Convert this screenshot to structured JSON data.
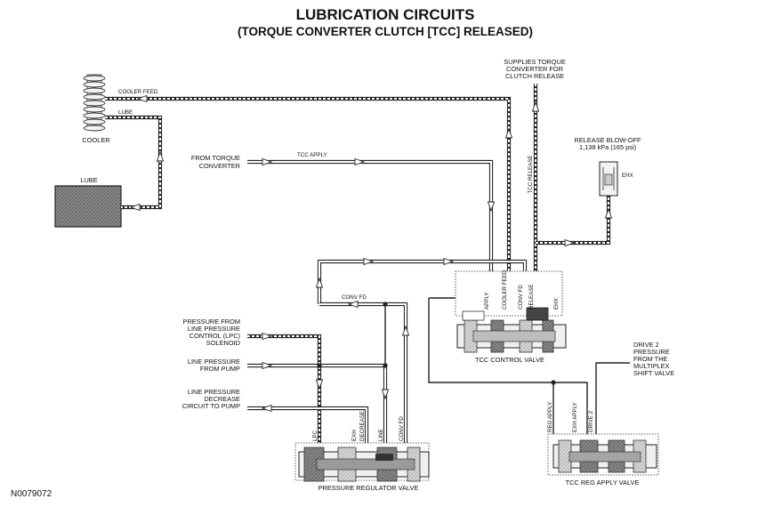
{
  "title": "LUBRICATION CIRCUITS",
  "subtitle": "(TORQUE CONVERTER CLUTCH [TCC] RELEASED)",
  "figure_id": "N0079072",
  "labels": {
    "cooler_feed": "COOLER FEED",
    "lube_line": "LUBE",
    "cooler": "COOLER",
    "lube_box": "LUBE",
    "from_tc_1": "FROM TORQUE",
    "from_tc_2": "CONVERTER",
    "tcc_apply": "TCC APPLY",
    "supplies_1": "SUPPLIES TORQUE",
    "supplies_2": "CONVERTER FOR",
    "supplies_3": "CLUTCH RELEASE",
    "tcc_release": "TCC RELEASE",
    "blowoff_1": "RELEASE BLOW-OFF",
    "blowoff_2": "1,138 kPa (165 psi)",
    "exh": "EHX",
    "conv_fd": "CONV FD",
    "lpc_1": "PRESSURE FROM",
    "lpc_2": "LINE PRESSURE",
    "lpc_3": "CONTROL (LPC)",
    "lpc_4": "SOLENOID",
    "pump_1": "LINE PRESSURE",
    "pump_2": "FROM PUMP",
    "dec_1": "LINE PRESSURE",
    "dec_2": "DECREASE",
    "dec_3": "CIRCUIT TO PUMP",
    "tcc_control_valve": "TCC CONTROL VALVE",
    "pressure_regulator_valve": "PRESSURE REGULATOR VALVE",
    "tcc_reg_apply_valve": "TCC REG APPLY VALVE",
    "drive2_1": "DRIVE 2",
    "drive2_2": "PRESSURE",
    "drive2_3": "FROM THE",
    "drive2_4": "MULTIPLEX",
    "drive2_5": "SHIFT VALVE",
    "port_apply": "APPLY",
    "port_cooler_feed": "COOLER FEED",
    "port_conv_fd": "CONV FD",
    "port_release": "RELEASE",
    "port_exh": "EHX",
    "prv_lpc": "LPC",
    "prv_exh": "EXH",
    "prv_decrease": "DECREASE",
    "prv_line": "LINE",
    "prv_conv_fd": "CONV FD",
    "reg_apply": "REG APPLY",
    "reg_exh_apply": "EXH APPLY",
    "reg_drive2": "DRIVE 2"
  }
}
